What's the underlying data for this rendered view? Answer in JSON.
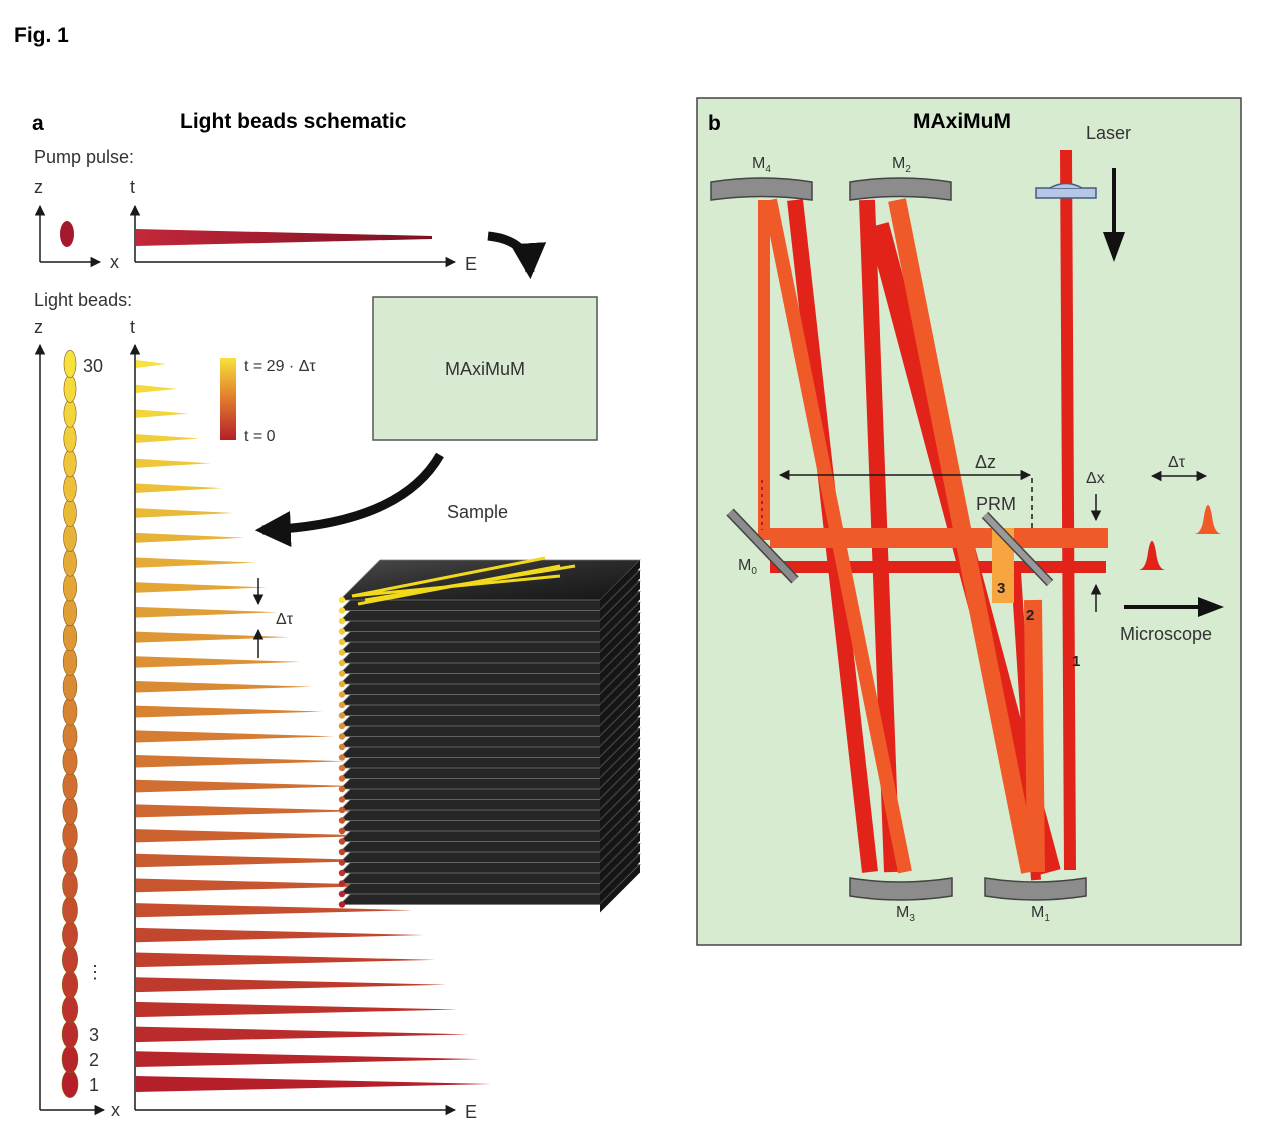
{
  "figure": {
    "title": "Fig. 1"
  },
  "panel_a": {
    "letter": "a",
    "title": "Light beads schematic",
    "pump_pulse_label": "Pump pulse:",
    "light_beads_label": "Light beads:",
    "axes": {
      "z": "z",
      "x": "x",
      "t": "t",
      "e": "E"
    },
    "bead_labels": {
      "top": "30",
      "l3": "3",
      "l2": "2",
      "l1": "1",
      "ellipsis": "⋮"
    },
    "bead_count": 30,
    "colorbar": {
      "top_label": "t = 29 · Δτ",
      "bottom_label": "t = 0"
    },
    "maximum_box_label": "MAxiMuM",
    "sample_label": "Sample",
    "delta_tau": "Δτ",
    "colors": {
      "bead_early": "#b51f2a",
      "bead_late": "#f7e13c",
      "box_fill": "#d9ead3"
    }
  },
  "panel_b": {
    "letter": "b",
    "title": "MAxiMuM",
    "laser_label": "Laser",
    "mirrors": {
      "m4": {
        "base": "M",
        "sub": "4"
      },
      "m2": {
        "base": "M",
        "sub": "2"
      },
      "m0": {
        "base": "M",
        "sub": "0"
      },
      "m3": {
        "base": "M",
        "sub": "3"
      },
      "m1": {
        "base": "M",
        "sub": "1"
      }
    },
    "prm_label": "PRM",
    "delta_z": "Δz",
    "delta_x": "Δx",
    "delta_tau": "Δτ",
    "microscope_label": "Microscope",
    "beam_numbers": {
      "b1": "1",
      "b2": "2",
      "b3": "3"
    },
    "colors": {
      "background": "#d7ebd0",
      "beam_red": "#e2231a",
      "beam_orange": "#f05a28",
      "beam_light": "#f7a541",
      "mirror": "#8c8c8c"
    }
  }
}
